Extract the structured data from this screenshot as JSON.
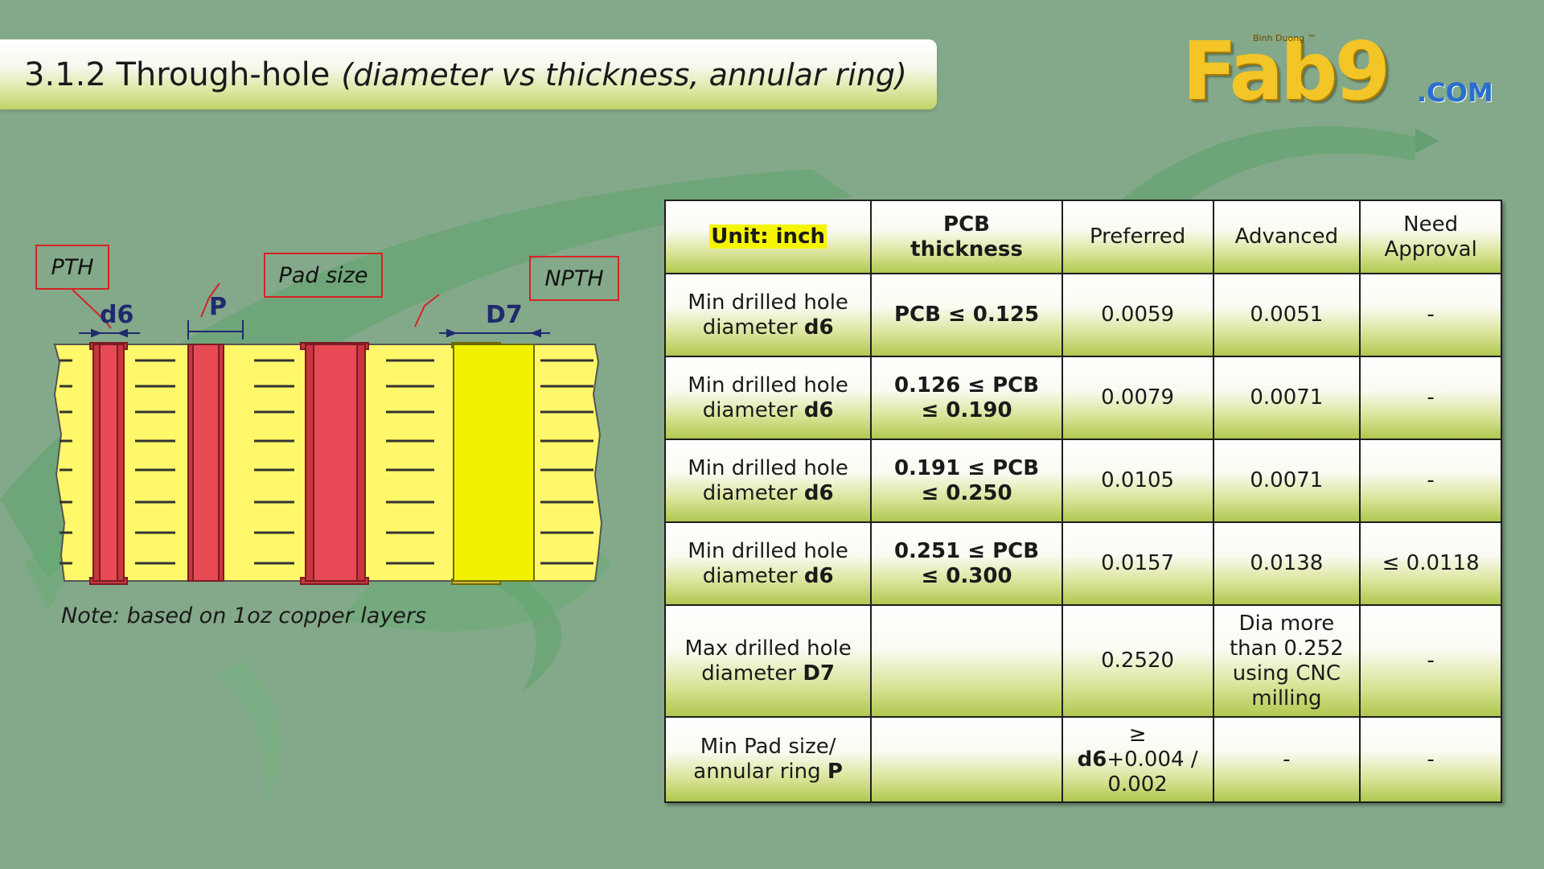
{
  "title": {
    "main": "3.1.2 Through-hole",
    "sub": "(diameter vs thickness, annular ring)"
  },
  "logo": {
    "tagline": "Binh Duong ™",
    "main": "Fab9",
    "dotcom": ".COM"
  },
  "diagram": {
    "labels": {
      "pth": "PTH",
      "pad_size": "Pad size",
      "npth": "NPTH"
    },
    "dims": {
      "d6": "d6",
      "p": "P",
      "d7": "D7"
    },
    "note": "Note: based on 1oz copper layers"
  },
  "colors": {
    "background": "#84a98a",
    "laminate": "#fff86a",
    "plated_hole": "#e84a55",
    "npth_hole": "#f2f200",
    "label_border": "#d42323",
    "dimension": "#1f2a6e",
    "highlight": "#f5f500"
  },
  "table": {
    "header": {
      "unit": "Unit: inch",
      "thickness_l1": "PCB",
      "thickness_l2": "thickness",
      "preferred": "Preferred",
      "advanced": "Advanced",
      "need_l1": "Need",
      "need_l2": "Approval"
    },
    "rows": [
      {
        "p1": "Min drilled hole",
        "p2": "diameter ",
        "pb": "d6",
        "t1": "PCB ≤ 0.125",
        "t2": "",
        "preferred": "0.0059",
        "advanced": "0.0051",
        "need": "-"
      },
      {
        "p1": "Min drilled hole",
        "p2": "diameter ",
        "pb": "d6",
        "t1": "0.126 ≤ PCB",
        "t2": "≤ 0.190",
        "preferred": "0.0079",
        "advanced": "0.0071",
        "need": "-"
      },
      {
        "p1": "Min drilled hole",
        "p2": "diameter ",
        "pb": "d6",
        "t1": "0.191 ≤ PCB",
        "t2": "≤ 0.250",
        "preferred": "0.0105",
        "advanced": "0.0071",
        "need": "-"
      },
      {
        "p1": "Min drilled hole",
        "p2": "diameter ",
        "pb": "d6",
        "t1": "0.251 ≤ PCB",
        "t2": "≤ 0.300",
        "preferred": "0.0157",
        "advanced": "0.0138",
        "need": "≤ 0.0118"
      },
      {
        "p1": "Max drilled hole",
        "p2": "diameter ",
        "pb": "D7",
        "t1": "",
        "t2": "",
        "preferred": "0.2520",
        "adv1": "Dia more",
        "adv2": "than 0.252",
        "adv3": "using CNC",
        "adv4": "milling",
        "need": "-"
      },
      {
        "p1": "Min Pad size/",
        "p2": "annular ring ",
        "pb": "P",
        "t1": "",
        "t2": "",
        "pref1": "≥",
        "pref_bold": "d6",
        "pref2": "+0.004 /",
        "pref3": "0.002",
        "advanced": "-",
        "need": "-"
      }
    ]
  }
}
